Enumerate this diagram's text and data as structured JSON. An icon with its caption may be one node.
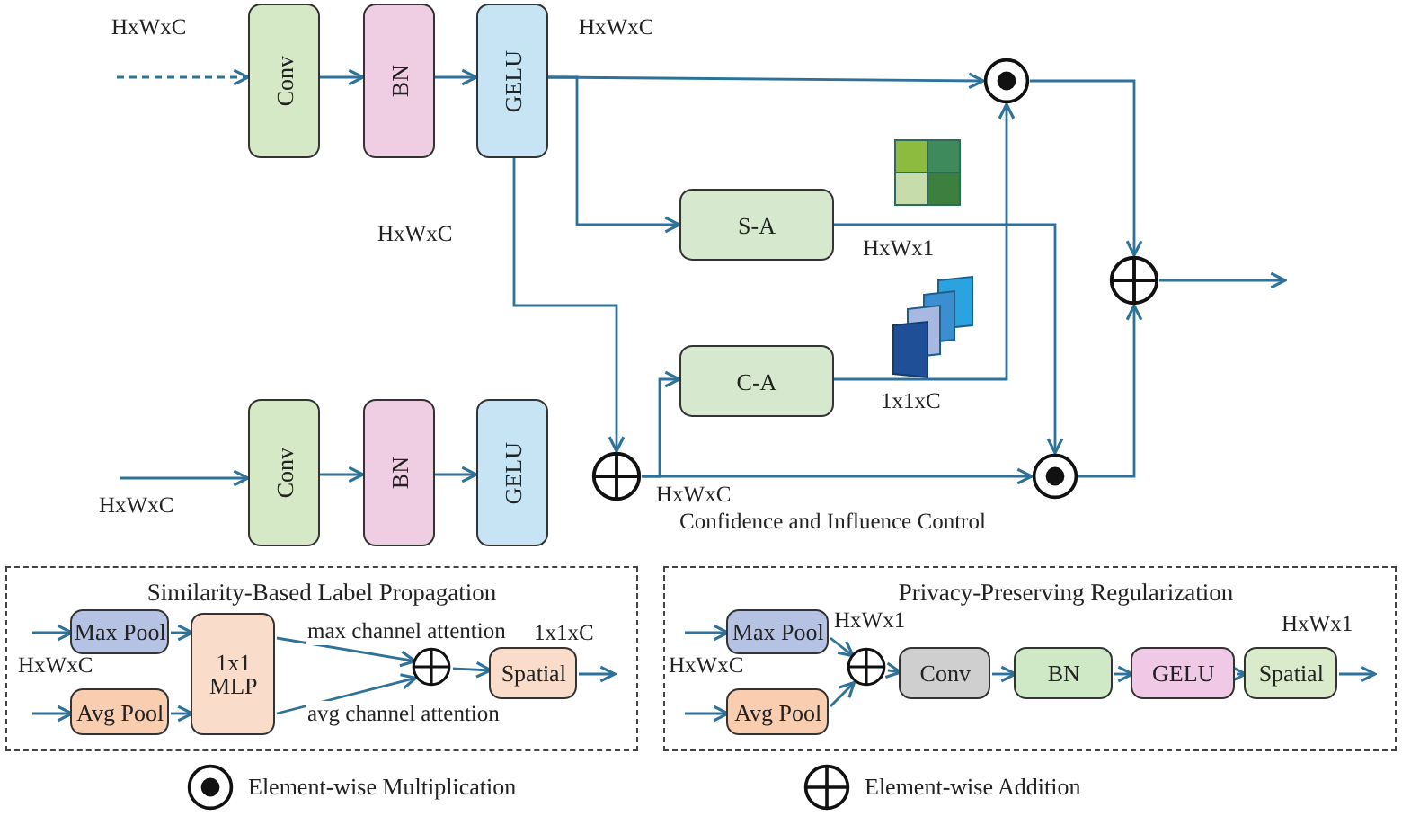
{
  "diagram": {
    "nodes": [
      {
        "text": [
          "Conv"
        ]
      },
      {
        "text": [
          "BN"
        ]
      },
      {
        "text": [
          "GELU"
        ]
      },
      {
        "text": [],
        "shape": "circle"
      },
      {
        "text": [
          "S-A"
        ]
      },
      {
        "text": [
          "C-A"
        ]
      },
      {
        "text": [],
        "shape": "circle"
      },
      {
        "text": [
          "Conv"
        ]
      },
      {
        "text": [
          "BN"
        ]
      },
      {
        "text": [
          "GELU"
        ]
      },
      {
        "text": [],
        "shape": "circle"
      },
      {
        "text": [],
        "shape": "circle"
      },
      {
        "text": [
          "Similarity-Based Label Propagation"
        ]
      },
      {
        "text": [
          "Max Pool"
        ],
        "in": 12
      },
      {
        "text": [
          "Avg Pool"
        ],
        "in": 12
      },
      {
        "text": [
          "1x1 MLP"
        ],
        "in": 12
      },
      {
        "text": [],
        "shape": "circle",
        "in": 12
      },
      {
        "text": [
          "Spatial"
        ],
        "in": 12
      },
      {
        "text": [
          "Privacy-Preserving Regularization"
        ]
      },
      {
        "text": [
          "Max Pool"
        ],
        "in": 18
      },
      {
        "text": [
          "Avg Pool"
        ],
        "in": 18
      },
      {
        "text": [],
        "shape": "circle",
        "in": 18
      },
      {
        "text": [
          "Conv"
        ],
        "in": 18
      },
      {
        "text": [
          "BN"
        ],
        "in": 18
      },
      {
        "text": [
          "GELU"
        ],
        "in": 18
      },
      {
        "text": [
          "Spatial"
        ],
        "in": 18
      }
    ],
    "edges": [
      {
        "from": null,
        "to": 0,
        "arrow": "to",
        "style": "dashed"
      },
      {
        "from": 0,
        "to": 1,
        "arrow": "to"
      },
      {
        "from": 1,
        "to": 2,
        "arrow": "to"
      },
      {
        "from": 2,
        "to": 3,
        "arrow": "to"
      },
      {
        "from": 2,
        "to": 4,
        "arrow": "to"
      },
      {
        "from": 2,
        "to": 10,
        "arrow": "to"
      },
      {
        "from": 4,
        "to": 11,
        "arrow": "to"
      },
      {
        "from": 5,
        "to": 3,
        "arrow": "to"
      },
      {
        "from": 3,
        "to": 6,
        "arrow": "to"
      },
      {
        "from": 11,
        "to": 6,
        "arrow": "to"
      },
      {
        "from": 6,
        "to": null,
        "arrow": "to"
      },
      {
        "from": null,
        "to": 7,
        "arrow": "to"
      },
      {
        "from": 7,
        "to": 8,
        "arrow": "to"
      },
      {
        "from": 8,
        "to": 9,
        "arrow": "to"
      },
      {
        "from": 10,
        "to": 5,
        "arrow": "to"
      },
      {
        "from": 10,
        "to": 11,
        "arrow": "to"
      },
      {
        "from": null,
        "to": 13,
        "arrow": "to"
      },
      {
        "from": null,
        "to": 14,
        "arrow": "to"
      },
      {
        "from": 13,
        "to": 15,
        "arrow": "to"
      },
      {
        "from": 14,
        "to": 15,
        "arrow": "to"
      },
      {
        "from": 15,
        "to": 16,
        "arrow": "to",
        "label": "max channel attention"
      },
      {
        "from": 15,
        "to": 16,
        "arrow": "to",
        "label": "avg channel attention"
      },
      {
        "from": 16,
        "to": 17,
        "arrow": "to"
      },
      {
        "from": 17,
        "to": null,
        "arrow": "to"
      },
      {
        "from": null,
        "to": 19,
        "arrow": "to"
      },
      {
        "from": null,
        "to": 20,
        "arrow": "to"
      },
      {
        "from": 19,
        "to": 21,
        "arrow": "to"
      },
      {
        "from": 20,
        "to": 21,
        "arrow": "to"
      },
      {
        "from": 21,
        "to": 22,
        "arrow": "to"
      },
      {
        "from": 22,
        "to": 23,
        "arrow": "to"
      },
      {
        "from": 23,
        "to": 24,
        "arrow": "to"
      },
      {
        "from": 24,
        "to": 25,
        "arrow": "to"
      },
      {
        "from": 25,
        "to": null,
        "arrow": "to"
      }
    ],
    "labels": [
      "HxWxC",
      "HxWxC",
      "HxWxC",
      "HxWx1",
      "1x1xC",
      "HxWxC",
      "HxWxC",
      "Confidence and Influence Control",
      "1x1xC",
      "HxWx1",
      "HxWxC",
      "HxWxC",
      "HxWx1"
    ],
    "legend": [
      {
        "text": "Element-wise Multiplication"
      },
      {
        "text": "Element-wise Addition"
      }
    ]
  }
}
